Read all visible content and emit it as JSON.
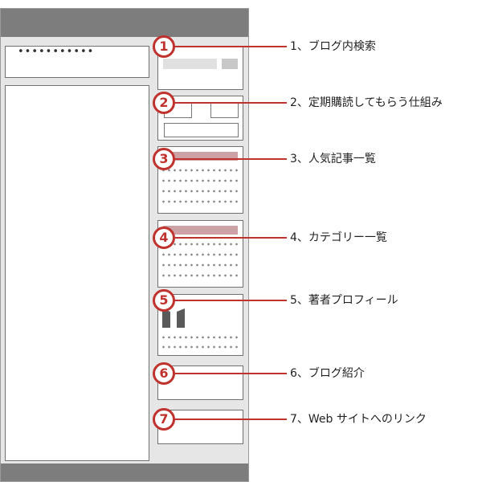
{
  "mockup": {
    "search_placeholder": "•••••••••••"
  },
  "callouts": [
    {
      "number": "1",
      "label": "1、ブログ内検索"
    },
    {
      "number": "2",
      "label": "2、定期購読してもらう仕組み"
    },
    {
      "number": "3",
      "label": "3、人気記事一覧"
    },
    {
      "number": "4",
      "label": "4、カテゴリー一覧"
    },
    {
      "number": "5",
      "label": "5、著者プロフィール"
    },
    {
      "number": "6",
      "label": "6、ブログ紹介"
    },
    {
      "number": "7",
      "label": "7、Web サイトへのリンク"
    }
  ],
  "colors": {
    "accent": "#c0322d",
    "header": "#7d7d7d",
    "background": "#e6e6e6",
    "highlight": "#cda2a6"
  }
}
